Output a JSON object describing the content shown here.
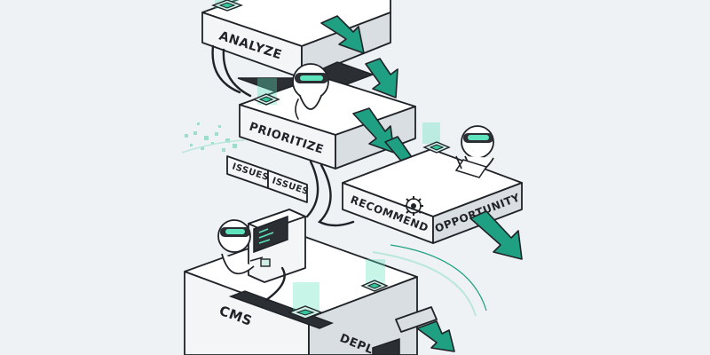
{
  "stages": {
    "analyze": "ANALYZE",
    "prioritize": "PRIORITIZE",
    "recommend": "RECOMMEND",
    "opportunity": "OPPORTUNITY",
    "cms": "CMS",
    "deploy": "DEPLOY"
  },
  "tags": {
    "issues_1": "ISSUES",
    "issues_2": "ISSUES"
  },
  "colors": {
    "accent": "#1fa082",
    "glow": "#5fe3bd",
    "outline": "#1f2328",
    "background": "#eef2f5"
  },
  "icons": [
    "robot-icon",
    "gear-icon",
    "chip-icon",
    "arrow-icon",
    "terminal-icon"
  ]
}
